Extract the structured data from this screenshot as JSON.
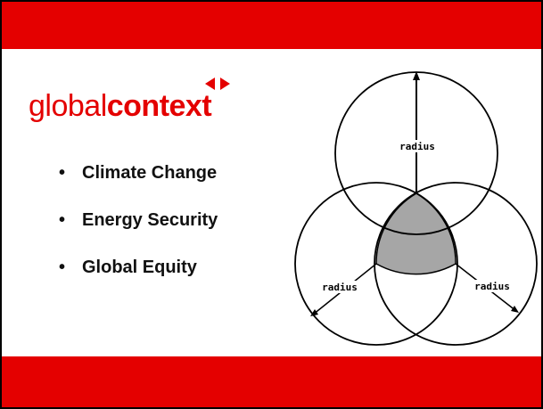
{
  "colors": {
    "accent": "#e40000",
    "overlap_fill": "#a6a6a6",
    "background": "#ffffff"
  },
  "logo": {
    "light_text": "global",
    "bold_text": "context",
    "icon": "left-right-arrows-icon"
  },
  "bullets": [
    {
      "marker": "•",
      "text": "Climate Change"
    },
    {
      "marker": "•",
      "text": "Energy Security"
    },
    {
      "marker": "•",
      "text": "Global Equity"
    }
  ],
  "diagram": {
    "labels": {
      "top": "radius",
      "left": "radius",
      "right": "radius"
    }
  }
}
